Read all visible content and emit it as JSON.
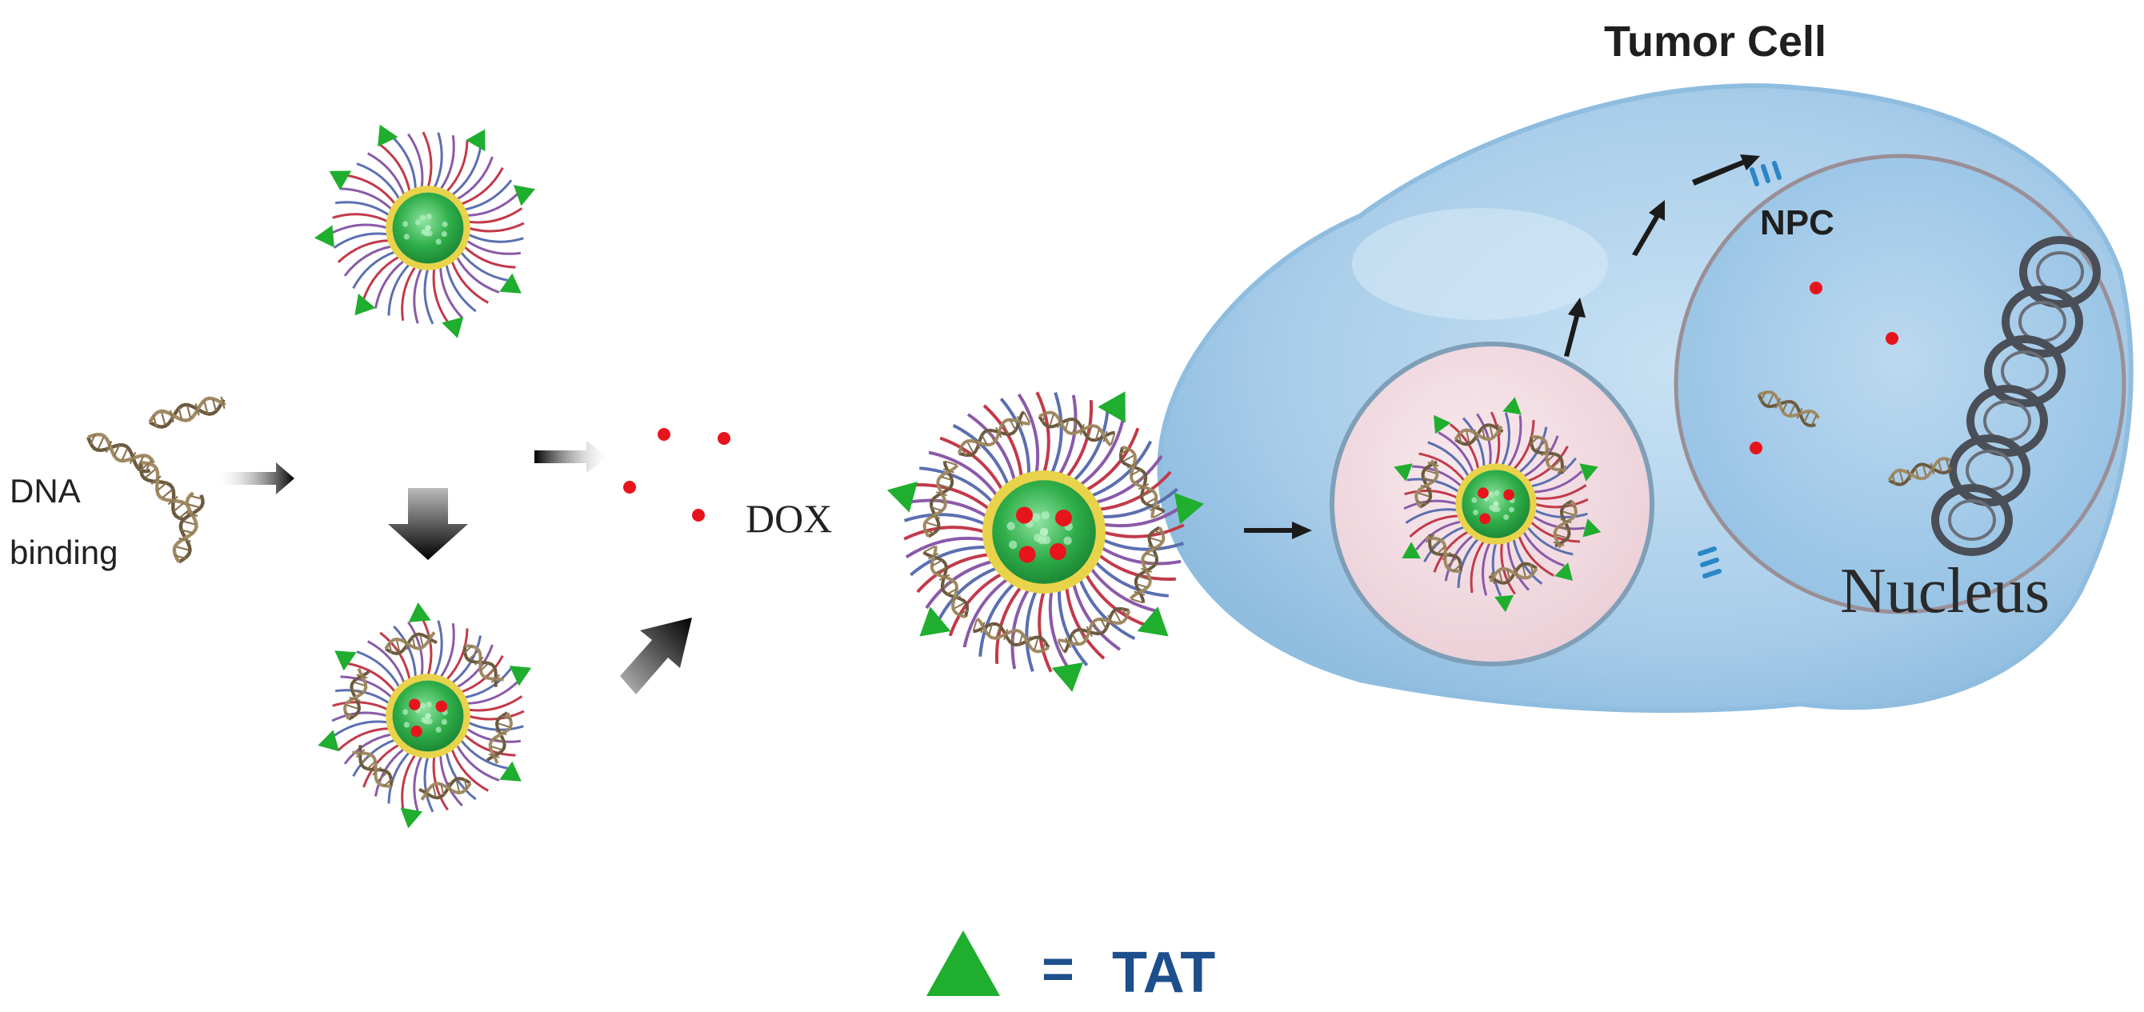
{
  "labels": {
    "tumor_cell": "Tumor Cell",
    "npc": "NPC",
    "nucleus": "Nucleus",
    "dna_binding_line1": "DNA",
    "dna_binding_line2": "binding",
    "dox": "DOX",
    "legend_equals": "=",
    "legend_tat": "TAT"
  },
  "colors": {
    "tat_green": "#1fae2e",
    "dox_red": "#e8141c",
    "cell_blue": "#a9cde9",
    "core_green": "#2fae4a",
    "shell_yellow": "#e8d34a",
    "endosome_pink": "#f3dde3",
    "legend_blue": "#1d4f8c"
  },
  "icons": [
    "tat-triangle-icon",
    "dox-dot-icon",
    "dna-strand-icon",
    "micelle-icon",
    "arrow-icon",
    "nuclear-pore-icon",
    "chromatin-icon"
  ]
}
